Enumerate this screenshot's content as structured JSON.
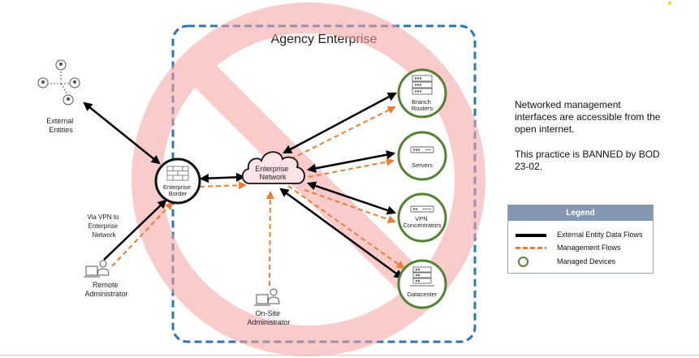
{
  "title": "Agency Enterprise",
  "nodes": {
    "external_entities": [
      "External",
      "Entities"
    ],
    "enterprise_border": [
      "Enterprise",
      "Border"
    ],
    "enterprise_network": [
      "Enterprise",
      "Network"
    ],
    "branch_routers": [
      "Branch",
      "Routers"
    ],
    "servers": [
      "Servers"
    ],
    "vpn_concentrators": [
      "VPN",
      "Concentrators"
    ],
    "datacenter": [
      "Datacenter"
    ],
    "remote_admin": [
      "Remote",
      "Administrator"
    ],
    "onsite_admin": [
      "On-Site",
      "Administrator"
    ]
  },
  "vpn_note": [
    "Via VPN to",
    "Enterprise",
    "Network"
  ],
  "side_note": {
    "line1": "Networked management interfaces are accessible from the open internet.",
    "line2": "This practice is BANNED by BOD 23-02."
  },
  "legend": {
    "title": "Legend",
    "external_flows": "External Entity Data Flows",
    "management_flows": "Management Flows",
    "managed_devices": "Managed Devices"
  },
  "colors": {
    "data_flow": "#000000",
    "management_flow": "#ed7d31",
    "managed_ring": "#548235",
    "enterprise_border_line": "#2e75b6",
    "ban_symbol": "#f4b6b6",
    "legend_header": "#8496b0"
  },
  "icons": [
    "people-network-icon",
    "firewall-icon",
    "cloud-icon",
    "server-rack-icon",
    "server-icon",
    "vpn-device-icon",
    "datacenter-icon",
    "admin-laptop-icon"
  ]
}
